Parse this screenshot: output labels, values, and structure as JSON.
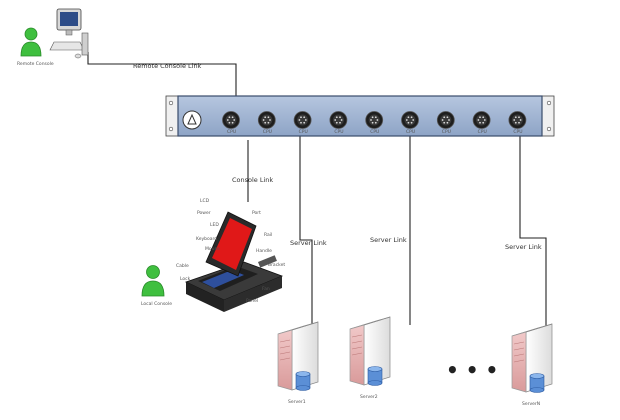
{
  "remote_user": {
    "label": "Remote Console"
  },
  "local_user": {
    "label": "Local Console"
  },
  "cables": {
    "remote_link": "Remote Console Link",
    "local_link": "Console Link",
    "server_a_link": "Server Link",
    "server_b_link": "Server Link",
    "server_c_link": "Server Link"
  },
  "kvm_switch": {
    "ports": 9,
    "port_label": "CPU"
  },
  "console_drawer": {
    "callouts": [
      "LCD",
      "Power",
      "LED",
      "Keyboard",
      "Mouse",
      "Cable",
      "Lock",
      "Port",
      "Rail",
      "Handle",
      "Bracket",
      "Fan",
      "Panel"
    ]
  },
  "servers": [
    {
      "label": "Server1"
    },
    {
      "label": "Server2"
    },
    {
      "label": "ServerN"
    }
  ],
  "ellipsis": "• • •",
  "colors": {
    "switch_body": "#9fb3d1",
    "switch_border": "#3a4c6b",
    "user_green": "#3fbf3f",
    "lcd_red": "#e01818",
    "server_pink": "#e8b8b8",
    "line": "#222222"
  }
}
